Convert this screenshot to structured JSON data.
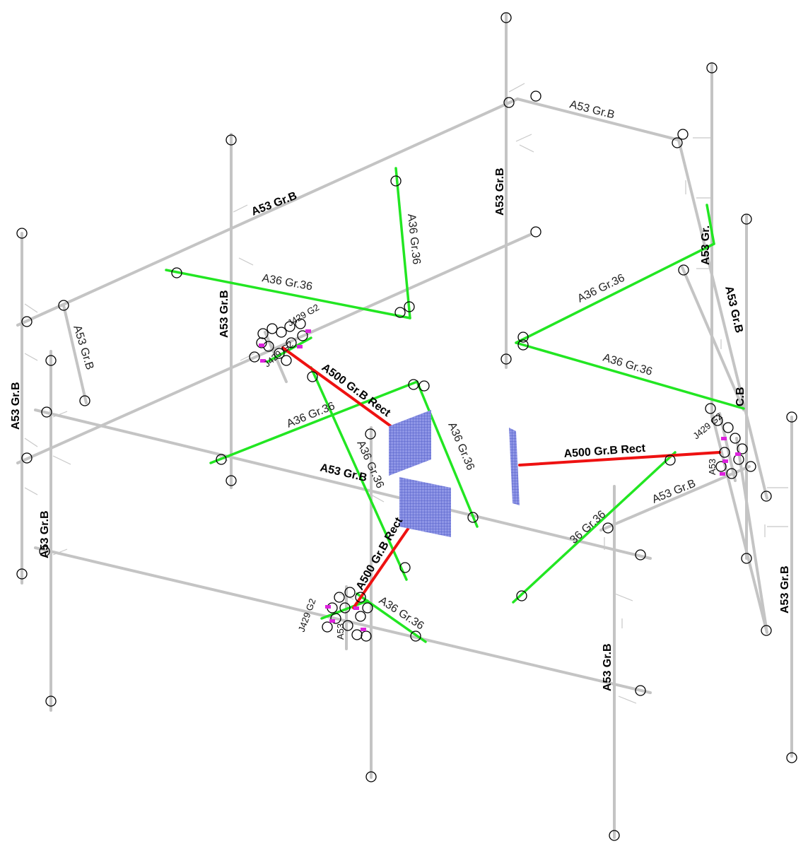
{
  "labels": {
    "a53": "A53 Gr.B",
    "a36": "A36 Gr.36",
    "a500": "A500 Gr.B Rect",
    "a500_cut": "A500 Gr.B",
    "j429": "J429 G2",
    "a53_partial": "A53 Gr.",
    "c_b": "C.B",
    "a53_short": "A53",
    "a36_cut": "36 Gr.36"
  },
  "colors": {
    "steel_pipe": "#c4c4c4",
    "brace_angle": "#22e622",
    "rect_tube": "#ee1111",
    "base_plate": "#6670d8",
    "bolt_marker": "#dd22dd",
    "node_circle": "#000000"
  }
}
